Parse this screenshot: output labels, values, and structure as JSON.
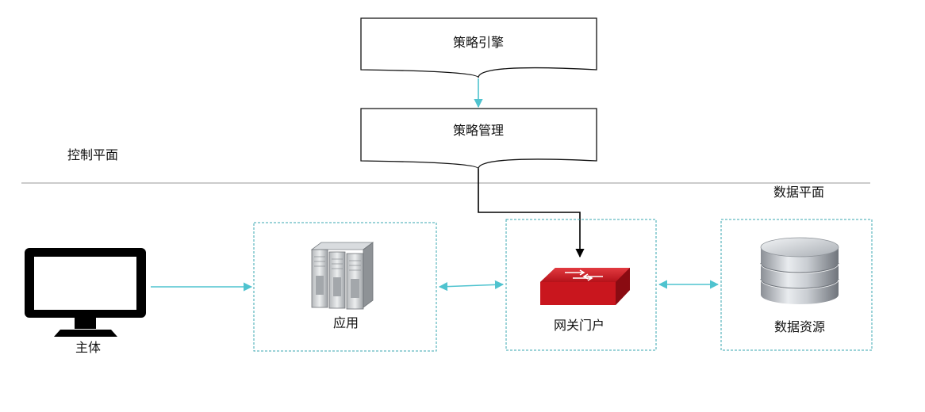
{
  "control_plane": {
    "label": "控制平面",
    "policy_engine": "策略引擎",
    "policy_management": "策略管理"
  },
  "data_plane": {
    "label": "数据平面",
    "subject": "主体",
    "application": "应用",
    "gateway_portal": "网关门户",
    "data_resource": "数据资源"
  },
  "colors": {
    "connector": "#4fc3cf",
    "control_arrow": "#000000",
    "gateway_red": "#cc1a22",
    "dashed_border": "#3aa7b0",
    "divider": "#999999"
  },
  "icons": [
    "monitor-icon",
    "server-rack-icon",
    "network-switch-icon",
    "database-icon"
  ]
}
